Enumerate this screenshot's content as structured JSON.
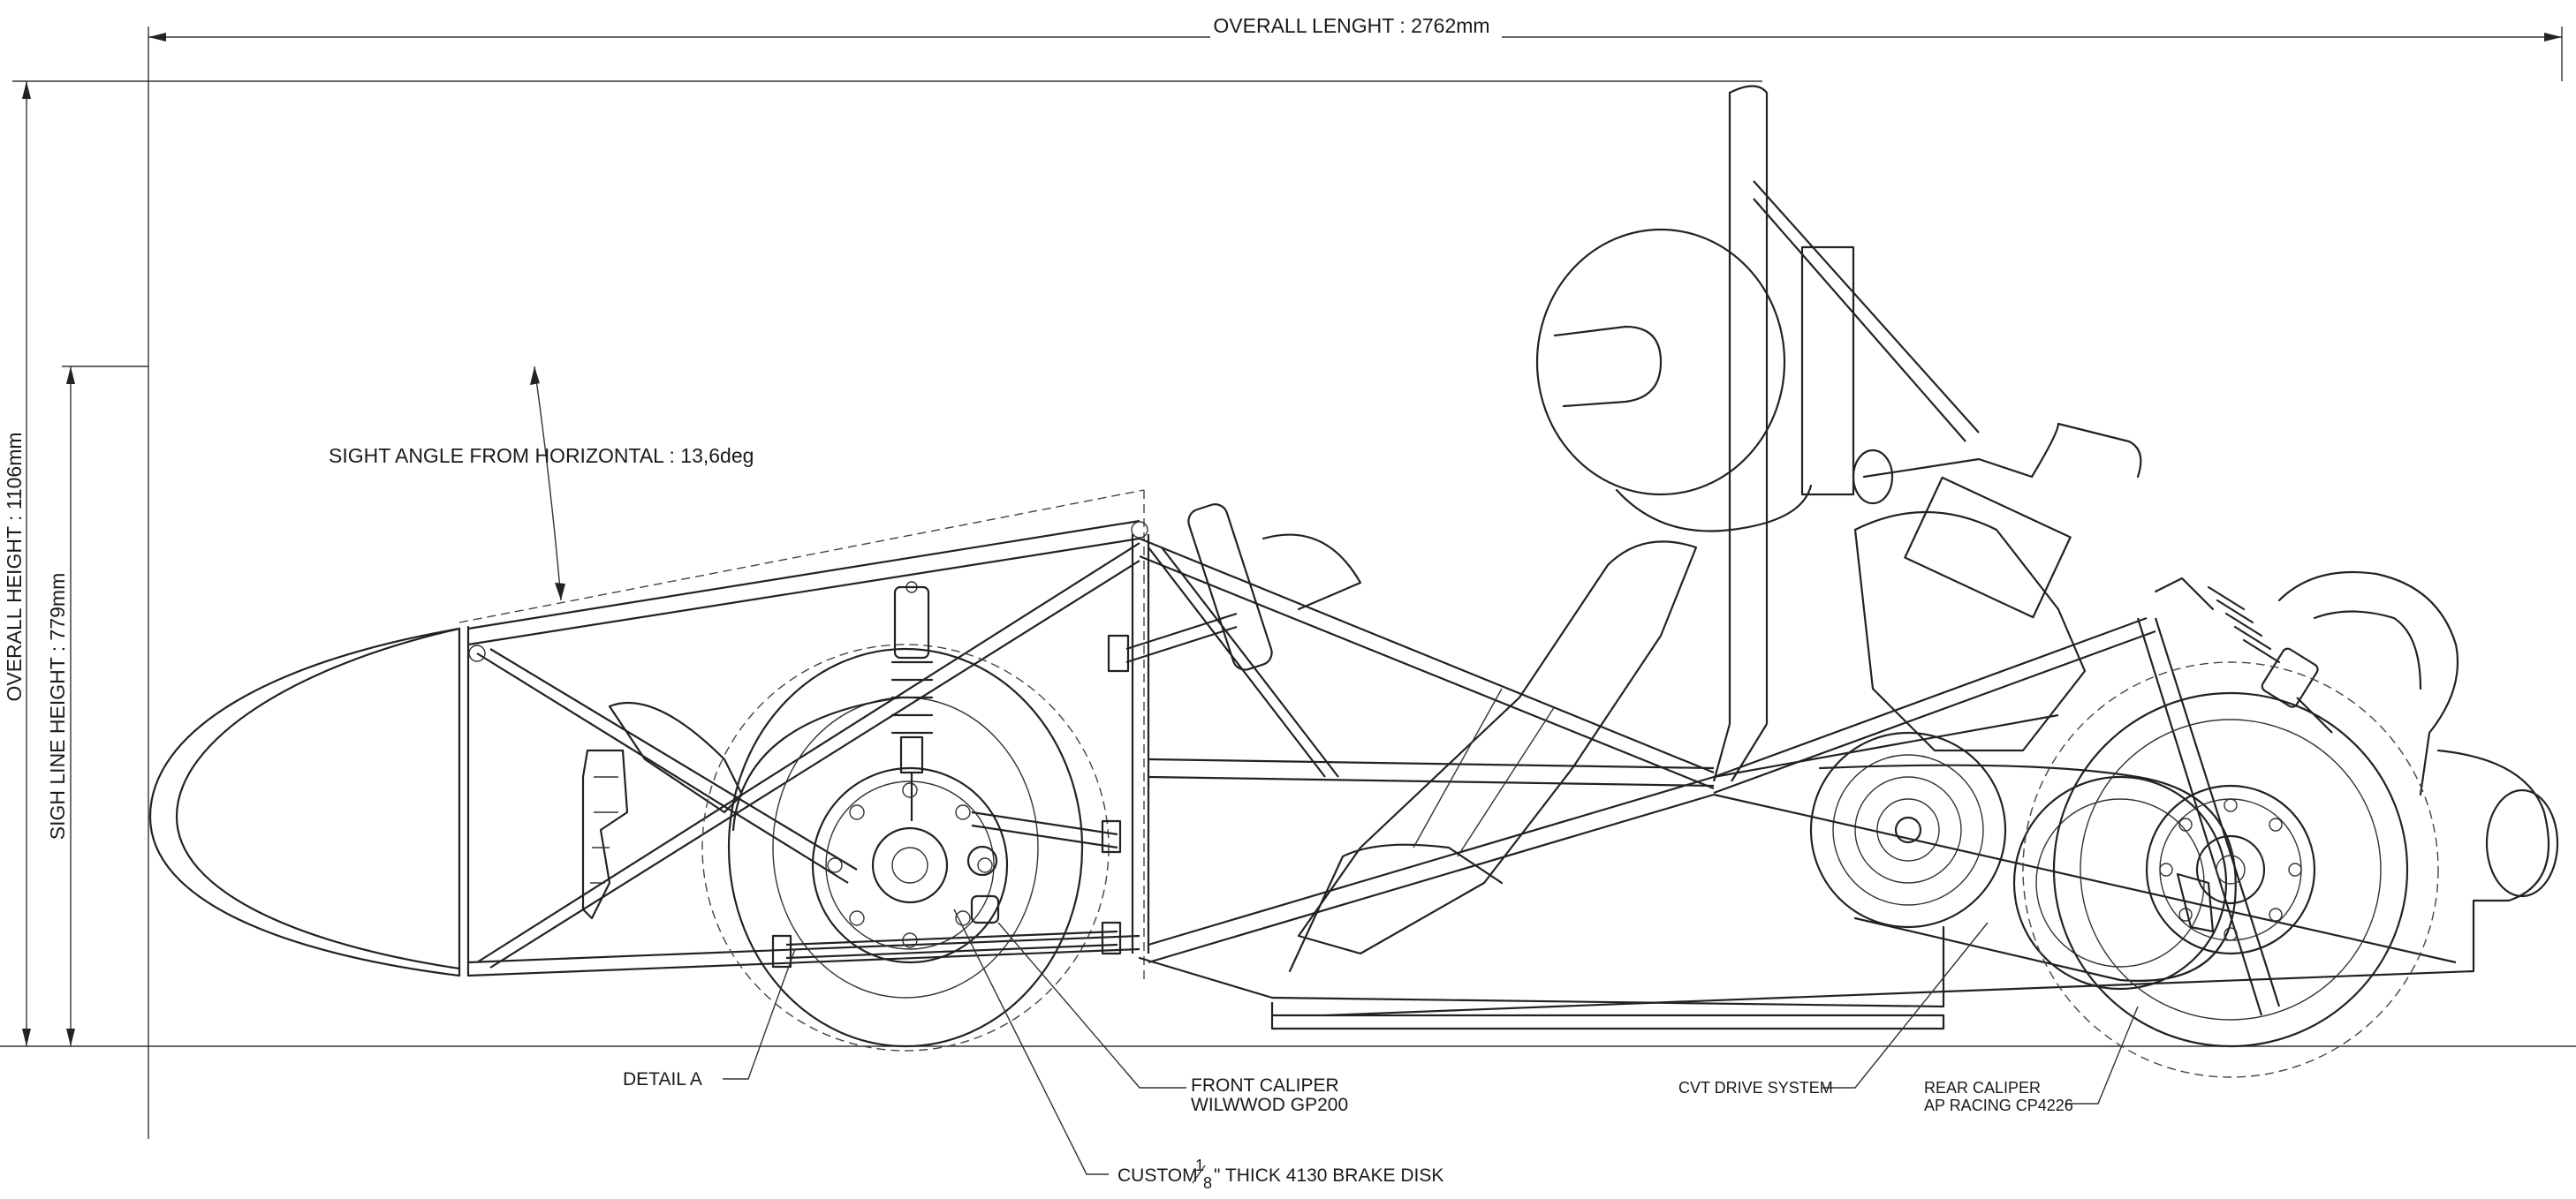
{
  "dimensions": {
    "overall_length": "OVERALL LENGHT : 2762mm",
    "overall_height": "OVERALL HEIGHT : 1106mm",
    "sight_line_height": "SIGH  LINE HEIGHT : 779mm",
    "sight_angle": "SIGHT ANGLE FROM HORIZONTAL : 13,6deg"
  },
  "annotations": {
    "detail_a": "DETAIL A",
    "front_caliper_line1": "FRONT CALIPER",
    "front_caliper_line2": "WILWWOD GP200",
    "brake_disk_prefix": "CUSTOM",
    "brake_disk_num": "1",
    "brake_disk_den": "8",
    "brake_disk_suffix": "\" THICK 4130 BRAKE DISK",
    "cvt": "CVT DRIVE SYSTEM",
    "rear_caliper_line1": "REAR CALIPER",
    "rear_caliper_line2": "AP RACING CP4226"
  }
}
